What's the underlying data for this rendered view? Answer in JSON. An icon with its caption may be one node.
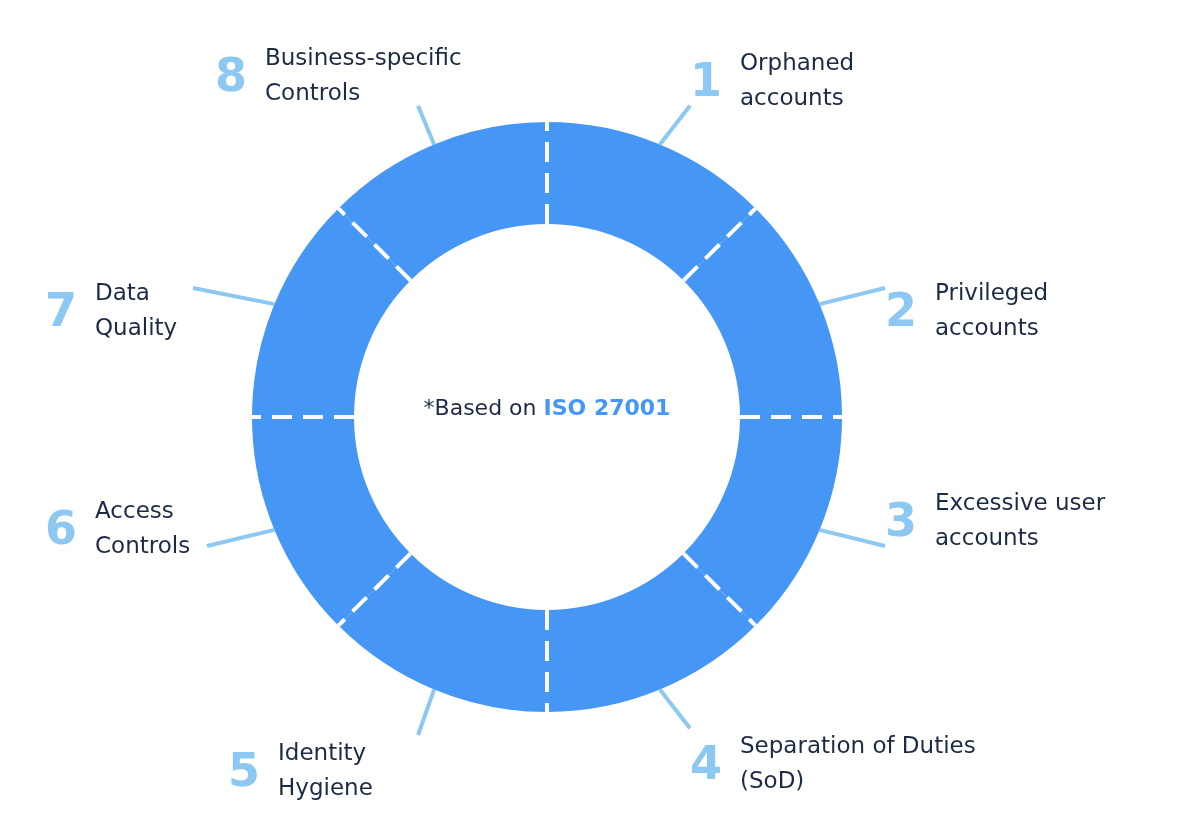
{
  "diagram": {
    "nodes": [
      {
        "text": [
          "1",
          "Orphaned accounts"
        ]
      },
      {
        "text": [
          "2",
          "Privileged accounts"
        ]
      },
      {
        "text": [
          "3",
          "Excessive user accounts"
        ]
      },
      {
        "text": [
          "4",
          "Separation of Duties (SoD)"
        ]
      },
      {
        "text": [
          "5",
          "Identity Hygiene"
        ]
      },
      {
        "text": [
          "6",
          "Access Controls"
        ]
      },
      {
        "text": [
          "7",
          "Data Quality"
        ]
      },
      {
        "text": [
          "8",
          "Business-specific Controls"
        ]
      },
      {
        "text": [],
        "shape": "arc"
      },
      {
        "text": [],
        "shape": "arc"
      },
      {
        "text": [],
        "shape": "arc"
      },
      {
        "text": [],
        "shape": "arc"
      },
      {
        "text": [],
        "shape": "arc"
      },
      {
        "text": [],
        "shape": "arc"
      },
      {
        "text": [],
        "shape": "arc"
      },
      {
        "text": [],
        "shape": "arc"
      }
    ],
    "edges": [
      {
        "from": 0,
        "to": 8,
        "arrow": "none"
      },
      {
        "from": 1,
        "to": 9,
        "arrow": "none"
      },
      {
        "from": 2,
        "to": 10,
        "arrow": "none"
      },
      {
        "from": 3,
        "to": 11,
        "arrow": "none"
      },
      {
        "from": 4,
        "to": 12,
        "arrow": "none"
      },
      {
        "from": 5,
        "to": 13,
        "arrow": "none"
      },
      {
        "from": 6,
        "to": 14,
        "arrow": "none"
      },
      {
        "from": 7,
        "to": 15,
        "arrow": "none"
      }
    ],
    "labels": [
      "*Based on **ISO 27001**"
    ]
  }
}
